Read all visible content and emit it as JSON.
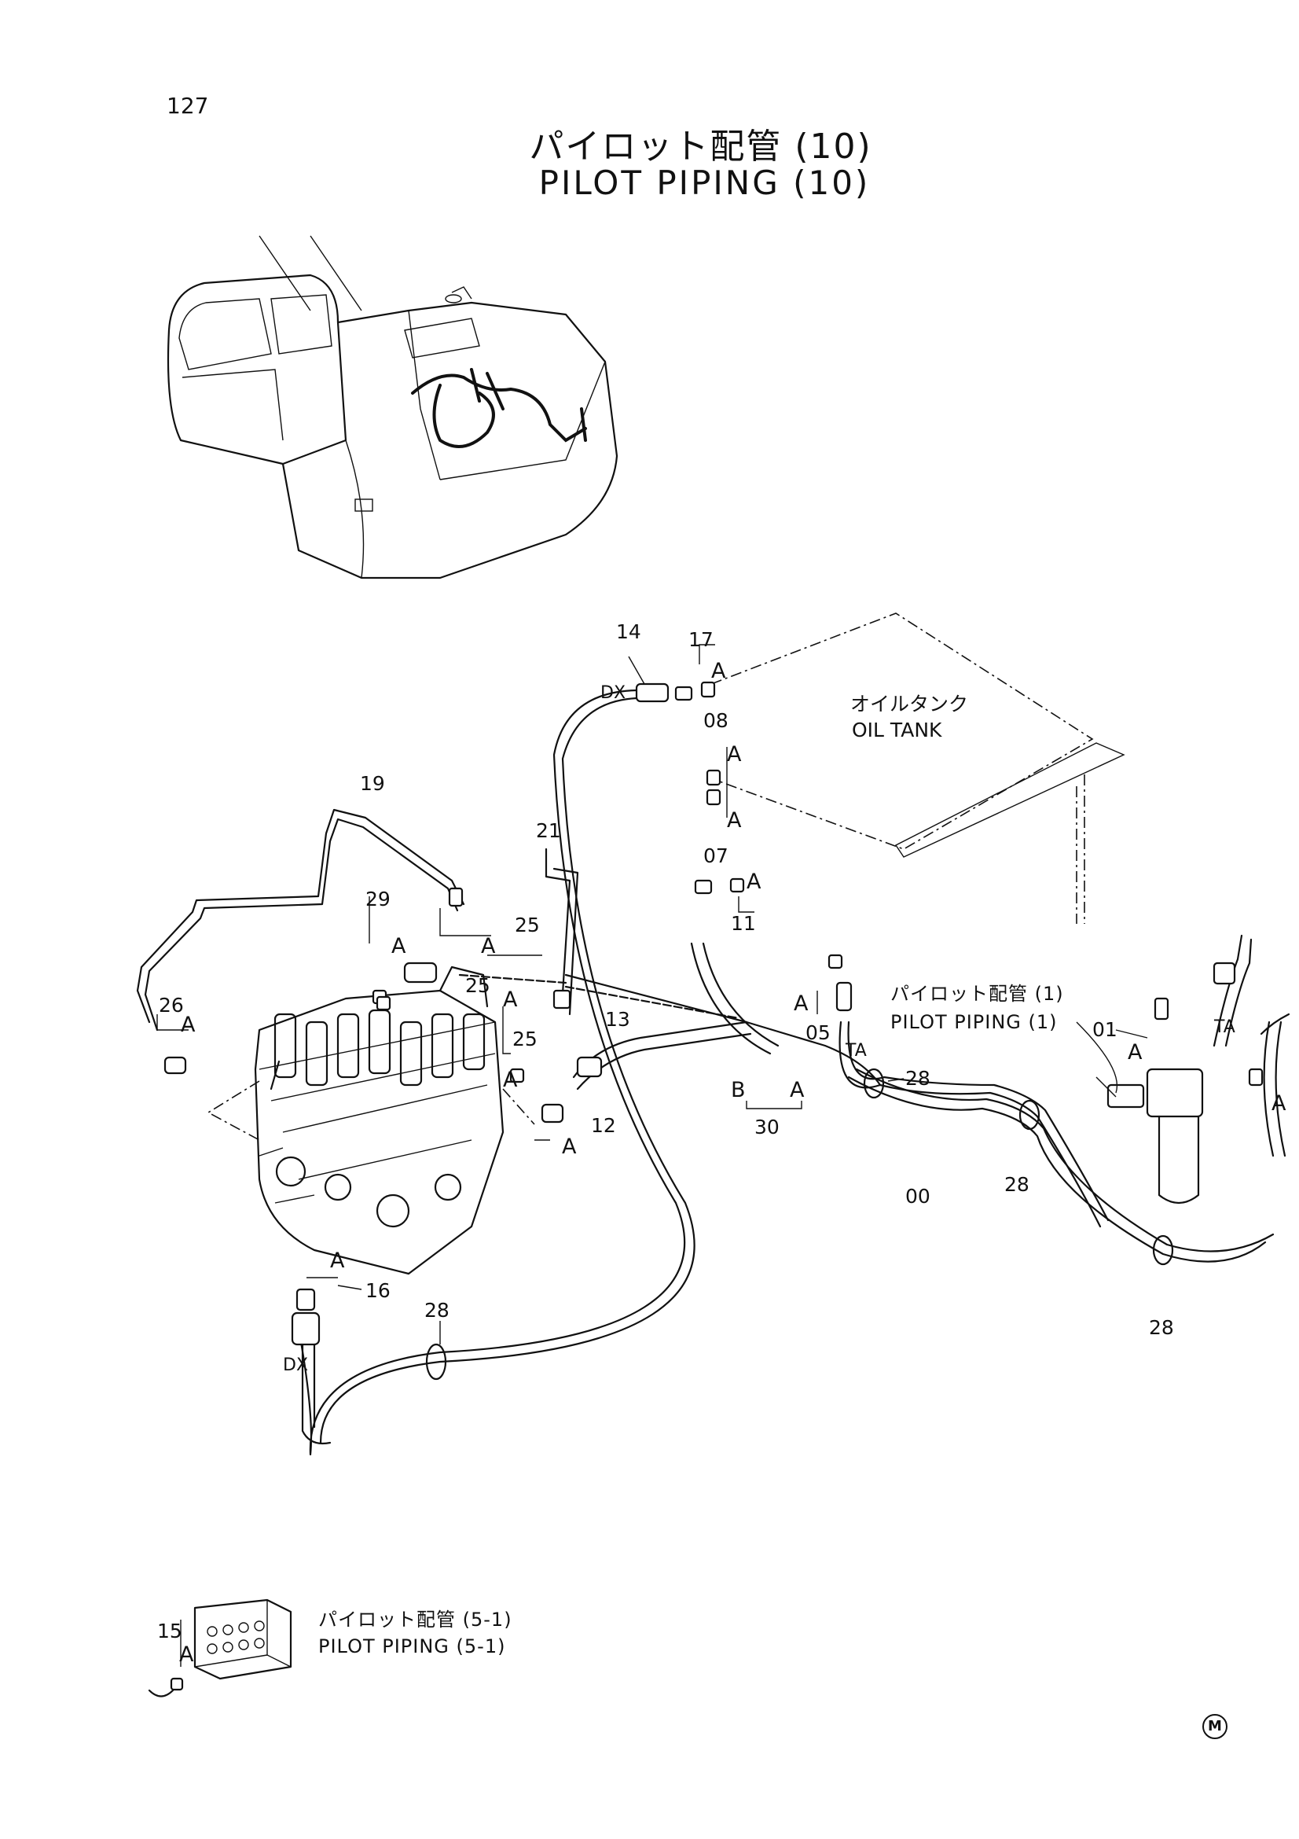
{
  "page": {
    "number": "127"
  },
  "title": {
    "jp": "パイロット配管 (10)",
    "en": "PILOT PIPING (10)"
  },
  "oil_tank": {
    "jp": "オイルタンク",
    "en": "OIL TANK"
  },
  "refs": {
    "pp1_jp": "パイロット配管 (1)",
    "pp1_en": "PILOT PIPING (1)",
    "pp51_jp": "パイロット配管 (5-1)",
    "pp51_en": "PILOT PIPING (5-1)"
  },
  "parts": {
    "p00": "00",
    "p01": "01",
    "p05": "05",
    "p07": "07",
    "p08": "08",
    "p11": "11",
    "p12": "12",
    "p13": "13",
    "p14": "14",
    "p15": "15",
    "p16": "16",
    "p17": "17",
    "p19": "19",
    "p21": "21",
    "p25": "25",
    "p26": "26",
    "p28": "28",
    "p29": "29",
    "p30": "30"
  },
  "letters": {
    "a": "A",
    "b": "B",
    "dx": "DX",
    "ta": "TA"
  },
  "marks": {
    "m": "M"
  }
}
